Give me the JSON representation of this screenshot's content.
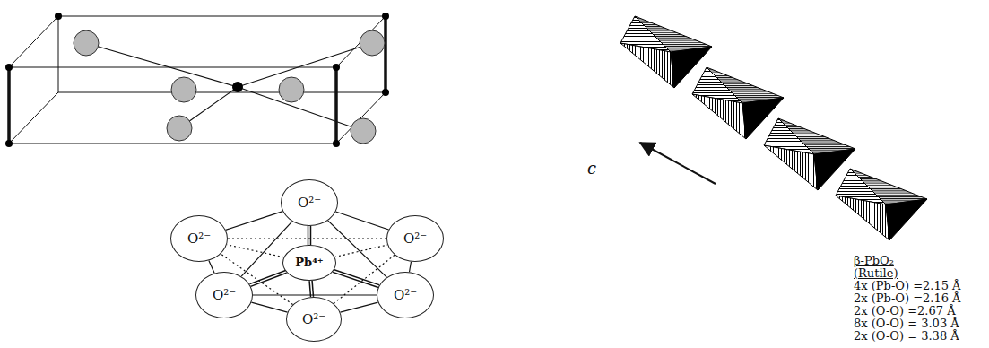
{
  "diagram": {
    "nodes": [
      {
        "text": [
          "O²⁻"
        ]
      },
      {
        "text": [
          "O²⁻"
        ]
      },
      {
        "text": [
          "O²⁻"
        ]
      },
      {
        "text": [
          "Pb⁴⁺"
        ]
      },
      {
        "text": [
          "O²⁻"
        ]
      },
      {
        "text": [
          "O²⁻"
        ]
      },
      {
        "text": [
          "O²⁻"
        ]
      }
    ],
    "edges": [
      {
        "from": 3,
        "to": 0,
        "arrow": "none"
      },
      {
        "from": 3,
        "to": 1,
        "arrow": "none"
      },
      {
        "from": 3,
        "to": 2,
        "arrow": "none"
      },
      {
        "from": 3,
        "to": 4,
        "arrow": "none"
      },
      {
        "from": 3,
        "to": 5,
        "arrow": "none"
      },
      {
        "from": 3,
        "to": 6,
        "arrow": "none"
      },
      {
        "from": 0,
        "to": 1,
        "arrow": "none"
      },
      {
        "from": 0,
        "to": 2,
        "arrow": "none"
      },
      {
        "from": 0,
        "to": 4,
        "arrow": "none"
      },
      {
        "from": 0,
        "to": 5,
        "arrow": "none"
      },
      {
        "from": 6,
        "to": 1,
        "arrow": "none"
      },
      {
        "from": 6,
        "to": 2,
        "arrow": "none"
      },
      {
        "from": 6,
        "to": 4,
        "arrow": "none"
      },
      {
        "from": 6,
        "to": 5,
        "arrow": "none"
      },
      {
        "from": 1,
        "to": 2,
        "arrow": "none"
      },
      {
        "from": 2,
        "to": 5,
        "arrow": "none"
      },
      {
        "from": 5,
        "to": 4,
        "arrow": "none"
      },
      {
        "from": 4,
        "to": 1,
        "arrow": "none"
      }
    ],
    "labels": [
      "c",
      "β-PbO₂",
      "(Rutile)",
      "4x (Pb-O) =2.15 Å",
      "2x (Pb-O) =2.16 Å",
      "2x (O-O) =2.67 Å",
      "8x (O-O) = 3.03 Å",
      "2x (O-O) = 3.38 Å"
    ]
  }
}
